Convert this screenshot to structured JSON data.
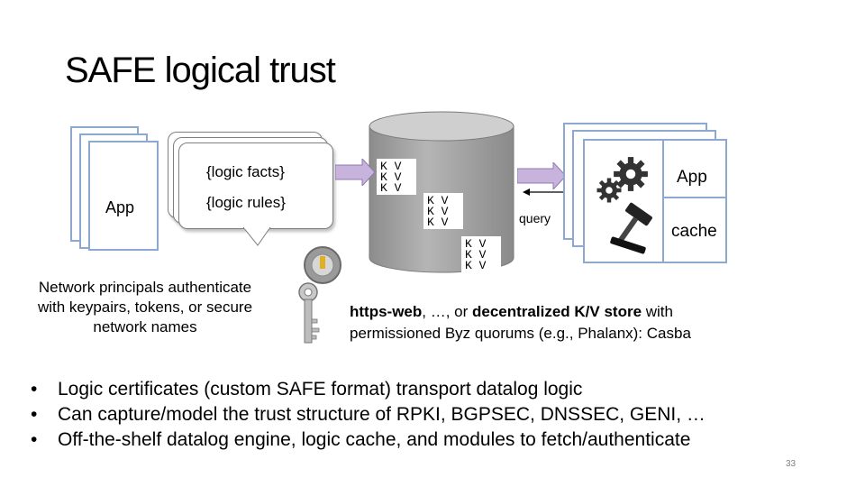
{
  "slide": {
    "title": "SAFE logical trust",
    "page_number": "33"
  },
  "left_app": {
    "label": "App"
  },
  "logic_bubble": {
    "facts": "{logic facts}",
    "rules": "{logic rules}"
  },
  "kv_store": {
    "row_text": "K V"
  },
  "query_label": "query",
  "right_app": {
    "app_label": "App",
    "cache_label": "cache"
  },
  "principals_caption": {
    "line1": "Network principals authenticate",
    "line2": "with keypairs, tokens,  or secure",
    "line3": "network names"
  },
  "store_caption": {
    "bold1": "https-web",
    "plain1": ", …, or ",
    "bold2": "decentralized K/V store",
    "plain2": " with",
    "line2": "permissioned Byz quorums (e.g., Phalanx): Casba"
  },
  "bullets": [
    "Logic certificates (custom SAFE format) transport datalog logic",
    "Can capture/model the trust structure of RPKI, BGPSEC, DNSSEC, GENI, …",
    "Off-the-shelf datalog engine, logic cache, and modules to fetch/authenticate"
  ],
  "colors": {
    "page_border": "#8ea9d0",
    "cylinder_fill": "#a6a6a6",
    "arrow_fill": "#c8b3dd",
    "gear": "#333333"
  },
  "icons": [
    "gear-icon",
    "gavel-icon",
    "key-icon"
  ]
}
